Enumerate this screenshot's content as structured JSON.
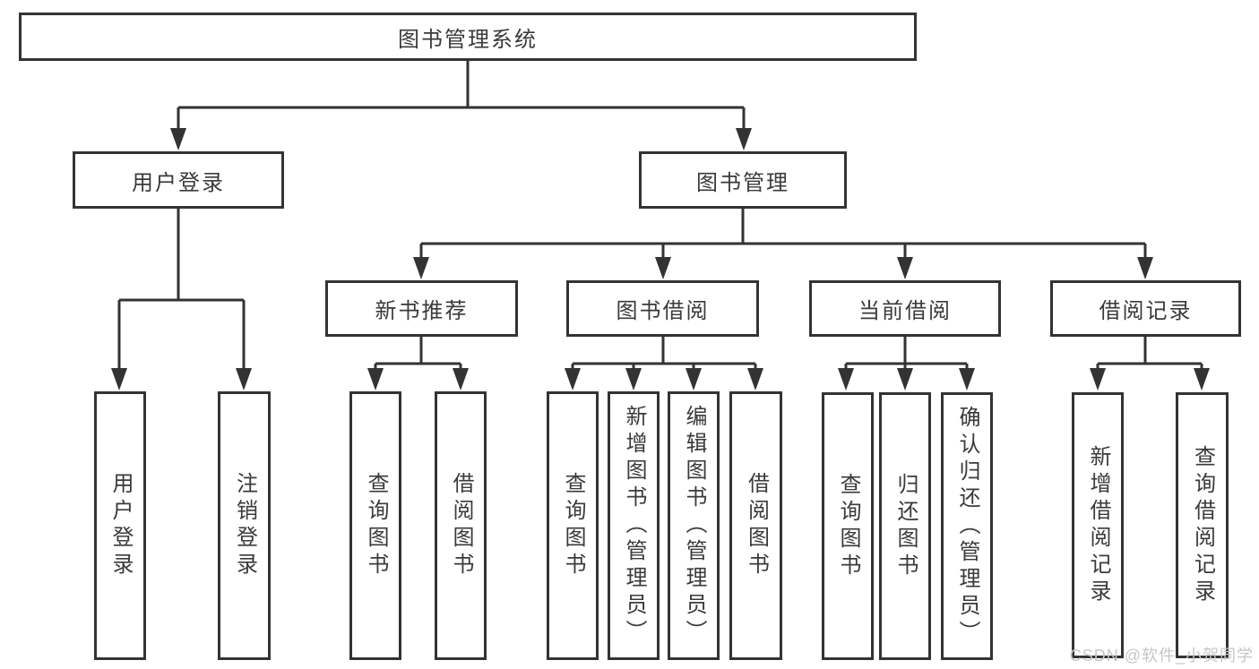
{
  "colors": {
    "line": "#333333",
    "box_border": "#333333",
    "text": "#3a3a3a",
    "watermark": "#c6c6c6",
    "background": "#ffffff"
  },
  "watermark": {
    "text": "CSDN @软件_小贺同学"
  },
  "tree": {
    "root": {
      "label": "图书管理系统"
    },
    "branches": [
      {
        "label": "用户登录",
        "children": [
          {
            "label": "用户登录"
          },
          {
            "label": "注销登录"
          }
        ]
      },
      {
        "label": "图书管理",
        "sections": [
          {
            "label": "新书推荐",
            "children": [
              {
                "label": "查询图书"
              },
              {
                "label": "借阅图书"
              }
            ]
          },
          {
            "label": "图书借阅",
            "children": [
              {
                "label": "查询图书"
              },
              {
                "label": "新增图书（管理员）"
              },
              {
                "label": "编辑图书（管理员）"
              },
              {
                "label": "借阅图书"
              }
            ]
          },
          {
            "label": "当前借阅",
            "children": [
              {
                "label": "查询图书"
              },
              {
                "label": "归还图书"
              },
              {
                "label": "确认归还（管理员）"
              }
            ]
          },
          {
            "label": "借阅记录",
            "children": [
              {
                "label": "新增借阅记录"
              },
              {
                "label": "查询借阅记录"
              }
            ]
          }
        ]
      }
    ]
  }
}
